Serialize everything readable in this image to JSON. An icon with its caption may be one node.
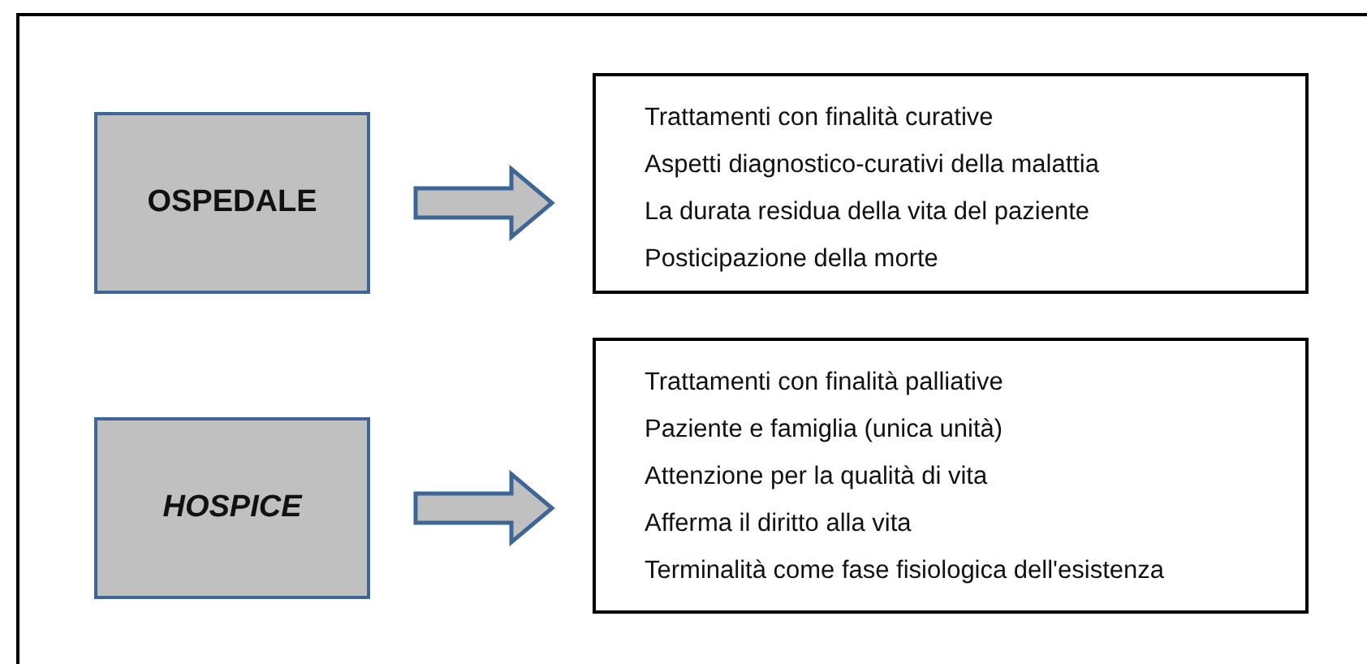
{
  "diagram": {
    "nodes": [
      {
        "text": [
          "OSPEDALE"
        ]
      },
      {
        "text": [
          "Trattamenti con finalità curative",
          "Aspetti diagnostico-curativi della malattia",
          "La durata residua della vita del paziente",
          "Posticipazione della morte"
        ]
      },
      {
        "text": [
          "HOSPICE"
        ]
      },
      {
        "text": [
          "Trattamenti con finalità palliative",
          "Paziente e famiglia (unica unità)",
          "Attenzione per la qualità di vita",
          "Afferma il diritto alla vita",
          "Terminalità come fase fisiologica dell'esistenza"
        ]
      }
    ],
    "edges": [
      {
        "from": 0,
        "to": 1,
        "arrow": "to"
      },
      {
        "from": 2,
        "to": 3,
        "arrow": "to"
      }
    ]
  }
}
